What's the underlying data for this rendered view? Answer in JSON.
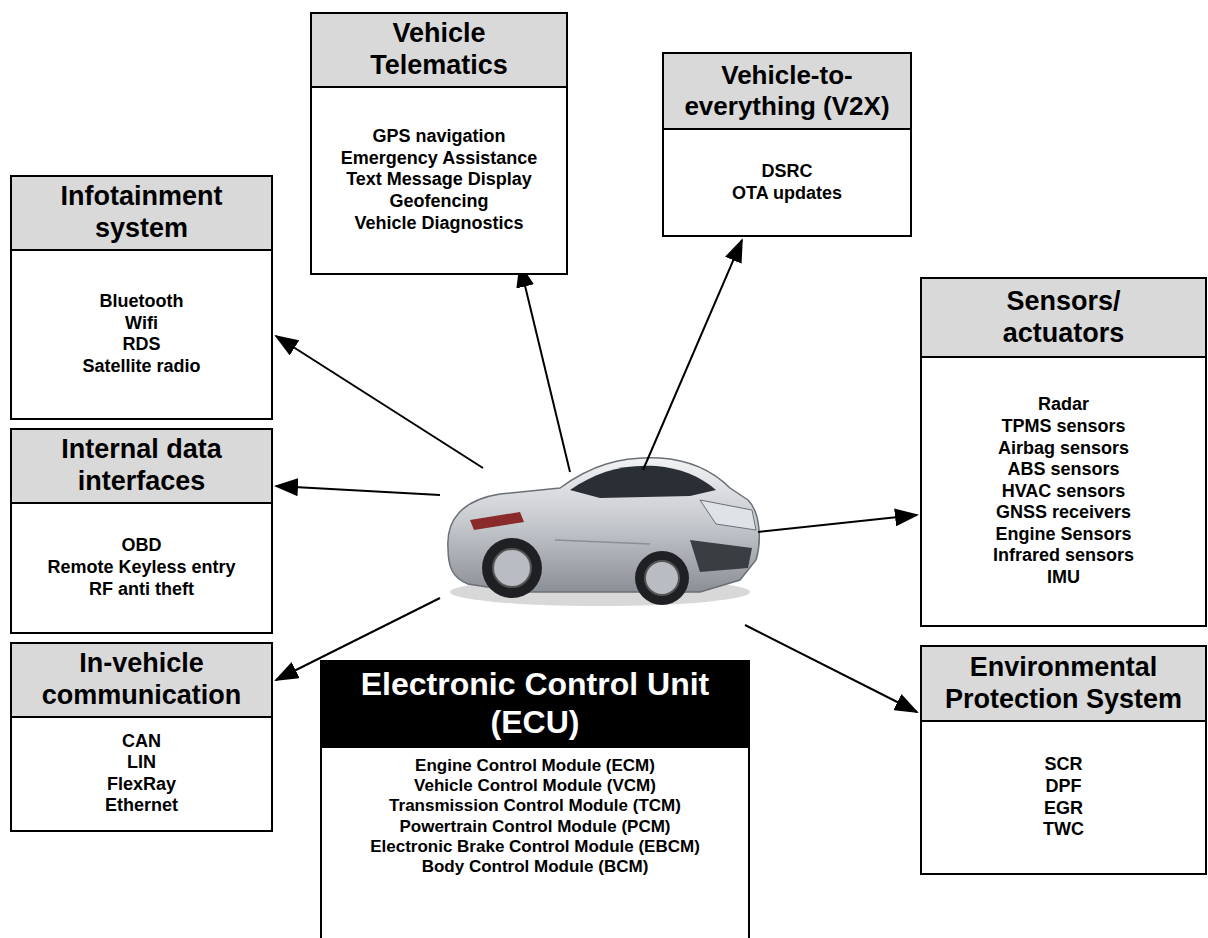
{
  "diagram": {
    "nodes": [
      {
        "text": [
          "Vehicle Telematics",
          "GPS navigation",
          "Emergency Assistance",
          "Text Message Display",
          "Geofencing",
          "Vehicle Diagnostics"
        ]
      },
      {
        "text": [
          "Vehicle-to-everything (V2X)",
          "DSRC",
          "OTA updates"
        ]
      },
      {
        "text": [
          "Infotainment system",
          "Bluetooth",
          "Wifi",
          "RDS",
          "Satellite radio"
        ]
      },
      {
        "text": [
          "Sensors/ actuators",
          "Radar",
          "TPMS sensors",
          "Airbag sensors",
          "ABS sensors",
          "HVAC sensors",
          "GNSS receivers",
          "Engine Sensors",
          "Infrared sensors",
          "IMU"
        ]
      },
      {
        "text": [
          "Internal data interfaces",
          "OBD",
          "Remote Keyless entry",
          "RF anti theft"
        ]
      },
      {
        "text": [
          "Environmental Protection System",
          "SCR",
          "DPF",
          "EGR",
          "TWC"
        ]
      },
      {
        "text": [
          "In-vehicle communication",
          "CAN",
          "LIN",
          "FlexRay",
          "Ethernet"
        ]
      },
      {
        "text": [
          "Electronic Control Unit (ECU)",
          "Engine Control Module (ECM)",
          "Vehicle Control Module (VCM)",
          "Transmission Control Module (TCM)",
          "Powertrain Control Module (PCM)",
          "Electronic Brake Control Module (EBCM)",
          "Body Control Module (BCM)"
        ]
      }
    ]
  }
}
